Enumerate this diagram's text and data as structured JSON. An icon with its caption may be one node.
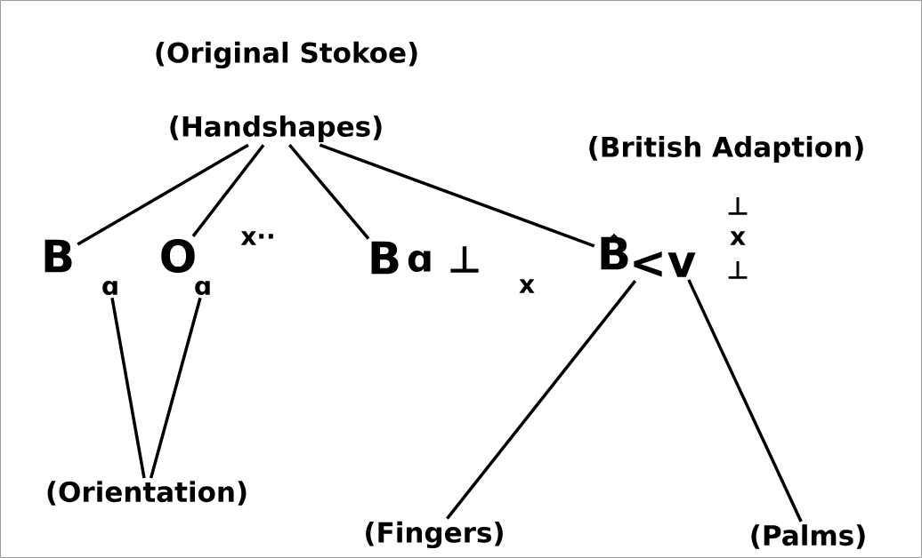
{
  "diagram": {
    "nodes": [
      {
        "text": [
          "(Handshapes)"
        ]
      },
      {
        "text": [
          "B"
        ]
      },
      {
        "text": [
          "ɑ"
        ]
      },
      {
        "text": [
          "O"
        ]
      },
      {
        "text": [
          "ɑ"
        ]
      },
      {
        "text": [
          "B"
        ]
      },
      {
        "text": [
          "B"
        ]
      },
      {
        "text": [
          "<"
        ]
      },
      {
        "text": [
          "v"
        ]
      },
      {
        "text": [
          "(Orientation)"
        ]
      },
      {
        "text": [
          "(Fingers)"
        ]
      },
      {
        "text": [
          "(Palms)"
        ]
      }
    ],
    "edges": [
      {
        "from": 0,
        "to": 1,
        "arrow": "none"
      },
      {
        "from": 0,
        "to": 3,
        "arrow": "none"
      },
      {
        "from": 0,
        "to": 5,
        "arrow": "none"
      },
      {
        "from": 0,
        "to": 6,
        "arrow": "none"
      },
      {
        "from": 9,
        "to": 2,
        "arrow": "none"
      },
      {
        "from": 9,
        "to": 4,
        "arrow": "none"
      },
      {
        "from": 10,
        "to": 7,
        "arrow": "none"
      },
      {
        "from": 11,
        "to": 8,
        "arrow": "none"
      }
    ],
    "labels": [
      "(Original Stokoe)",
      "(British Adaption)",
      "x··",
      "ɑ",
      "⊥",
      "x",
      "⊥",
      "x",
      "⊥"
    ]
  }
}
